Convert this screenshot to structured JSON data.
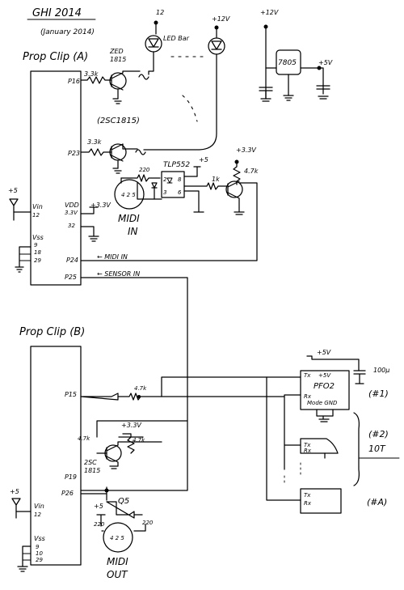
{
  "header": {
    "title": "GHI 2014",
    "date": "(January 2014)"
  },
  "chips": {
    "clip_a": "Prop Clip (A)",
    "clip_b": "Prop Clip (B)"
  },
  "pins_a": {
    "p16": "P16",
    "p23": "P23",
    "vin": "Vin",
    "vin_num": "12",
    "vdd": "VDD",
    "vdd_v": "3.3V",
    "vdd_num": "32",
    "vss": "Vss",
    "vss_9": "9",
    "vss_18": "18",
    "vss_29": "29",
    "p24": "P24",
    "p25": "P25"
  },
  "pins_b": {
    "p15": "P15",
    "p19": "P19",
    "p26": "P26",
    "vin": "Vin",
    "vin_num": "12",
    "vss": "Vss",
    "vss_9": "9",
    "vss_10": "10",
    "vss_29": "29"
  },
  "labels": {
    "midi_in_arrow": "← MIDI IN",
    "sensor_in_arrow": "← SENSOR IN",
    "res_33k_1": "3.3k",
    "res_33k_2": "3.3k",
    "zed": "ZED",
    "zed_num": "1815",
    "note_2sc": "(2SC1815)",
    "led_bar": "LED Bar",
    "v12_led": "12",
    "v12_right": "+12V",
    "v12_reg": "+12V",
    "reg": "7805",
    "reg_out": "+5V",
    "res_220": "220",
    "tlp": "TLP552",
    "v5_tlp": "+5",
    "v33_tlp": "+3.3V",
    "r1k": "1k",
    "r47k": "4.7k",
    "midi_in": "MIDI",
    "midi_in2": "IN",
    "v5_left_a": "+5",
    "v33_vdd": "+3.3V",
    "r47k_b": "4.7k",
    "v33_b": "+3.3V",
    "r47k_c": "4.7k",
    "r47k_d": "4.7k",
    "tr_b": "2SC",
    "tr_b2": "1815",
    "v5_b": "+5",
    "r220_b1": "220",
    "r220_b2": "220",
    "q5": "Q5",
    "midi_out": "MIDI",
    "midi_out2": "OUT",
    "v5_left_b": "+5",
    "v5_pfo": "+5V",
    "cap": "100μ",
    "pfo_tx": "Tx",
    "pfo_5v": "+5V",
    "pfo": "PFO2",
    "pfo_rx": "Rx",
    "pfo_mode": "Mode GND",
    "n1": "(#1)",
    "n2": "(#2)",
    "n10": "10T",
    "na": "(#A)",
    "tx_b": "Tx",
    "rx_b": "Rx"
  }
}
